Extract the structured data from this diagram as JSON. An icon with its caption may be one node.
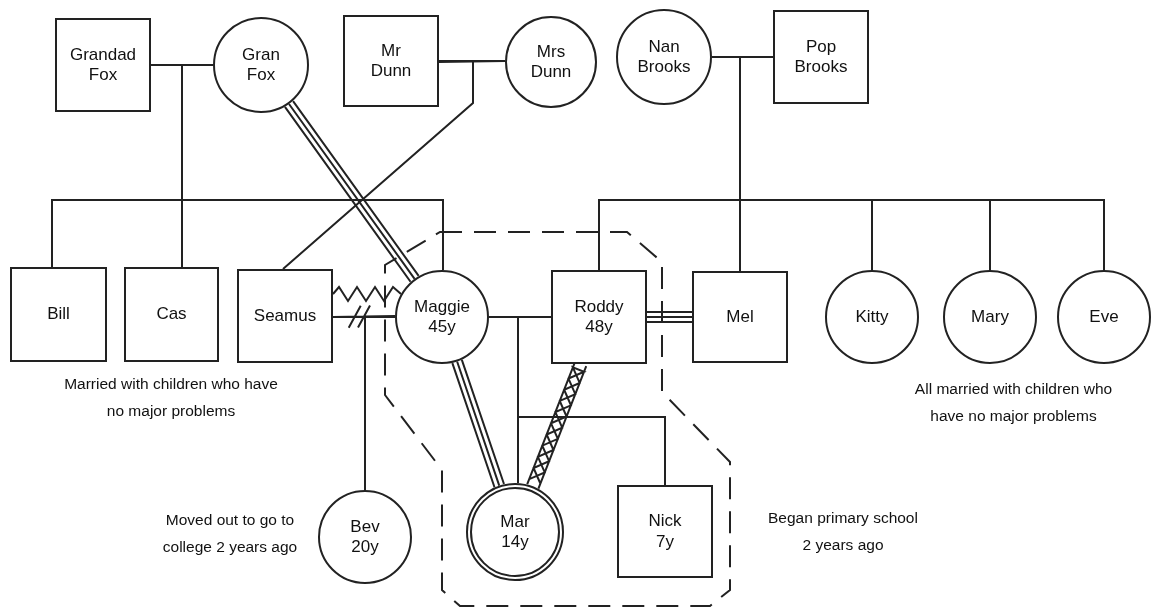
{
  "diagram": {
    "nodes": [
      {
        "text": [
          "Grandad Fox"
        ]
      },
      {
        "text": [
          "Gran Fox"
        ]
      },
      {
        "text": [
          "Mr Dunn"
        ]
      },
      {
        "text": [
          "Mrs Dunn"
        ]
      },
      {
        "text": [
          "Nan Brooks"
        ]
      },
      {
        "text": [
          "Pop Brooks"
        ]
      },
      {
        "text": [
          "Bill"
        ]
      },
      {
        "text": [
          "Cas"
        ]
      },
      {
        "text": [
          "Seamus"
        ]
      },
      {
        "text": [
          "Maggie 45y"
        ]
      },
      {
        "text": [
          "Roddy 48y"
        ]
      },
      {
        "text": [
          "Mel"
        ]
      },
      {
        "text": [
          "Kitty"
        ]
      },
      {
        "text": [
          "Mary"
        ]
      },
      {
        "text": [
          "Eve"
        ]
      },
      {
        "text": [
          "Bev 20y"
        ],
        "beside": [
          "Moved out to go to college 2 years ago"
        ]
      },
      {
        "text": [
          "Mar 14y"
        ]
      },
      {
        "text": [
          "Nick 7y"
        ]
      }
    ],
    "edges": [
      {
        "from": 0,
        "to": 1,
        "arrow": "none"
      },
      {
        "from": 2,
        "to": 3,
        "arrow": "none"
      },
      {
        "from": 4,
        "to": 5,
        "arrow": "none"
      },
      {
        "from": 8,
        "to": 9,
        "arrow": "none"
      },
      {
        "from": 9,
        "to": 10,
        "arrow": "none"
      },
      {
        "from": 0,
        "to": 6,
        "arrow": "none"
      },
      {
        "from": 1,
        "to": 6,
        "arrow": "none"
      },
      {
        "from": 0,
        "to": 7,
        "arrow": "none"
      },
      {
        "from": 1,
        "to": 7,
        "arrow": "none"
      },
      {
        "from": 0,
        "to": 9,
        "arrow": "none"
      },
      {
        "from": 1,
        "to": 9,
        "arrow": "none"
      },
      {
        "from": 2,
        "to": 8,
        "arrow": "none"
      },
      {
        "from": 3,
        "to": 8,
        "arrow": "none"
      },
      {
        "from": 4,
        "to": 10,
        "arrow": "none"
      },
      {
        "from": 5,
        "to": 10,
        "arrow": "none"
      },
      {
        "from": 4,
        "to": 11,
        "arrow": "none"
      },
      {
        "from": 5,
        "to": 11,
        "arrow": "none"
      },
      {
        "from": 4,
        "to": 12,
        "arrow": "none"
      },
      {
        "from": 5,
        "to": 12,
        "arrow": "none"
      },
      {
        "from": 4,
        "to": 13,
        "arrow": "none"
      },
      {
        "from": 5,
        "to": 13,
        "arrow": "none"
      },
      {
        "from": 4,
        "to": 14,
        "arrow": "none"
      },
      {
        "from": 5,
        "to": 14,
        "arrow": "none"
      },
      {
        "from": 8,
        "to": 15,
        "arrow": "none"
      },
      {
        "from": 9,
        "to": 15,
        "arrow": "none"
      },
      {
        "from": 9,
        "to": 16,
        "arrow": "none"
      },
      {
        "from": 10,
        "to": 16,
        "arrow": "none"
      },
      {
        "from": 9,
        "to": 17,
        "arrow": "none"
      },
      {
        "from": 10,
        "to": 17,
        "arrow": "none"
      },
      {
        "from": 1,
        "to": 9,
        "arrow": "none"
      },
      {
        "from": 8,
        "to": 9,
        "arrow": "none"
      },
      {
        "from": 10,
        "to": 11,
        "arrow": "none"
      },
      {
        "from": 9,
        "to": 16,
        "arrow": "none"
      },
      {
        "from": 10,
        "to": 16,
        "arrow": "none"
      }
    ],
    "labels": [
      "Married with children who have no major problems",
      "All married with children who have no major problems",
      "Began primary school 2 years ago"
    ]
  }
}
